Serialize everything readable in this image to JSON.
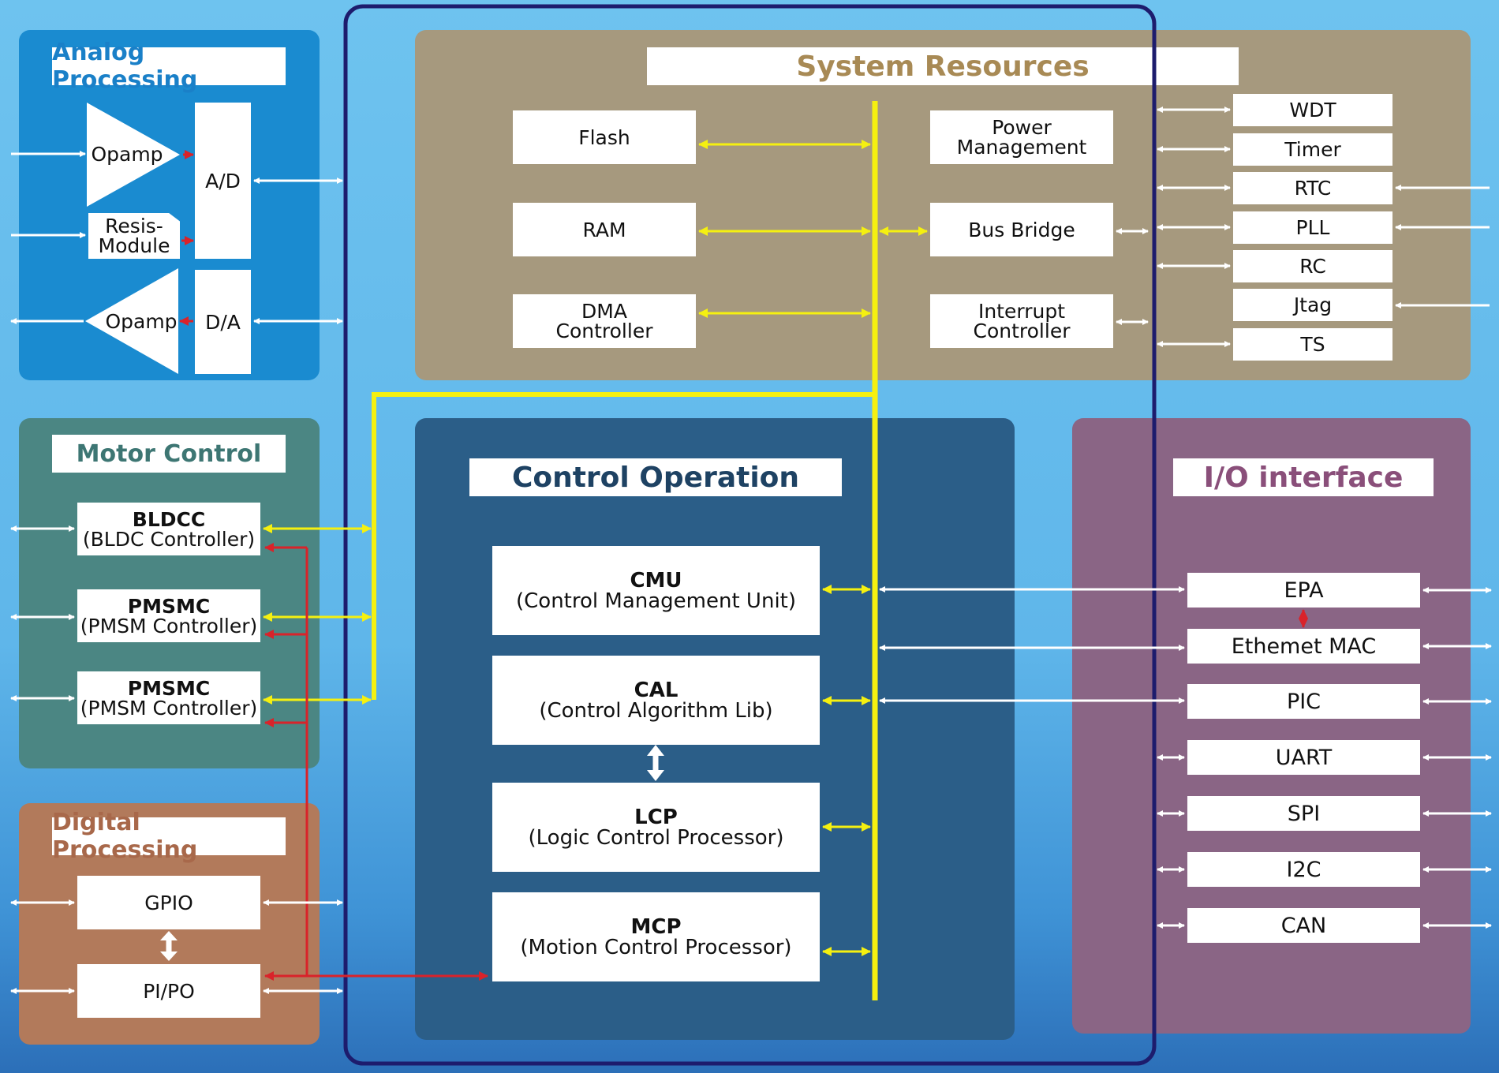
{
  "colors": {
    "analog": "#1a8bd0",
    "motor": "#4b8683",
    "digital": "#b27a5b",
    "system": "#a6997e",
    "control": "#2b5e88",
    "io": "#8a6585",
    "bus": "#f5f010",
    "wire": "#ffffff",
    "red": "#d9232a",
    "outline": "#1d1c6d"
  },
  "analog": {
    "title": "Analog Processing",
    "opamp_in": "Opamp",
    "resis_line1": "Resis-",
    "resis_line2": "Module",
    "ad": "A/D",
    "opamp_out": "Opamp",
    "da": "D/A"
  },
  "motor": {
    "title": "Motor Control",
    "items": [
      {
        "name": "BLDCC",
        "desc": "(BLDC Controller)"
      },
      {
        "name": "PMSMC",
        "desc": "(PMSM Controller)"
      },
      {
        "name": "PMSMC",
        "desc": "(PMSM Controller)"
      }
    ]
  },
  "digital": {
    "title": "Digital Processing",
    "gpio": "GPIO",
    "pipo": "PI/PO"
  },
  "system": {
    "title": "System Resources",
    "flash": "Flash",
    "ram": "RAM",
    "dma_line1": "DMA",
    "dma_line2": "Controller",
    "power_line1": "Power",
    "power_line2": "Management",
    "bus_bridge": "Bus Bridge",
    "interrupt_line1": "Interrupt",
    "interrupt_line2": "Controller"
  },
  "peripherals": [
    "WDT",
    "Timer",
    "RTC",
    "PLL",
    "RC",
    "Jtag",
    "TS"
  ],
  "control": {
    "title": "Control Operation",
    "items": [
      {
        "name": "CMU",
        "desc": "(Control Management Unit)"
      },
      {
        "name": "CAL",
        "desc": "(Control Algorithm Lib)"
      },
      {
        "name": "LCP",
        "desc": "(Logic Control Processor)"
      },
      {
        "name": "MCP",
        "desc": "(Motion Control Processor)"
      }
    ]
  },
  "io": {
    "title": "I/O interface",
    "items": [
      "EPA",
      "Ethemet MAC",
      "PIC",
      "UART",
      "SPI",
      "I2C",
      "CAN"
    ]
  }
}
